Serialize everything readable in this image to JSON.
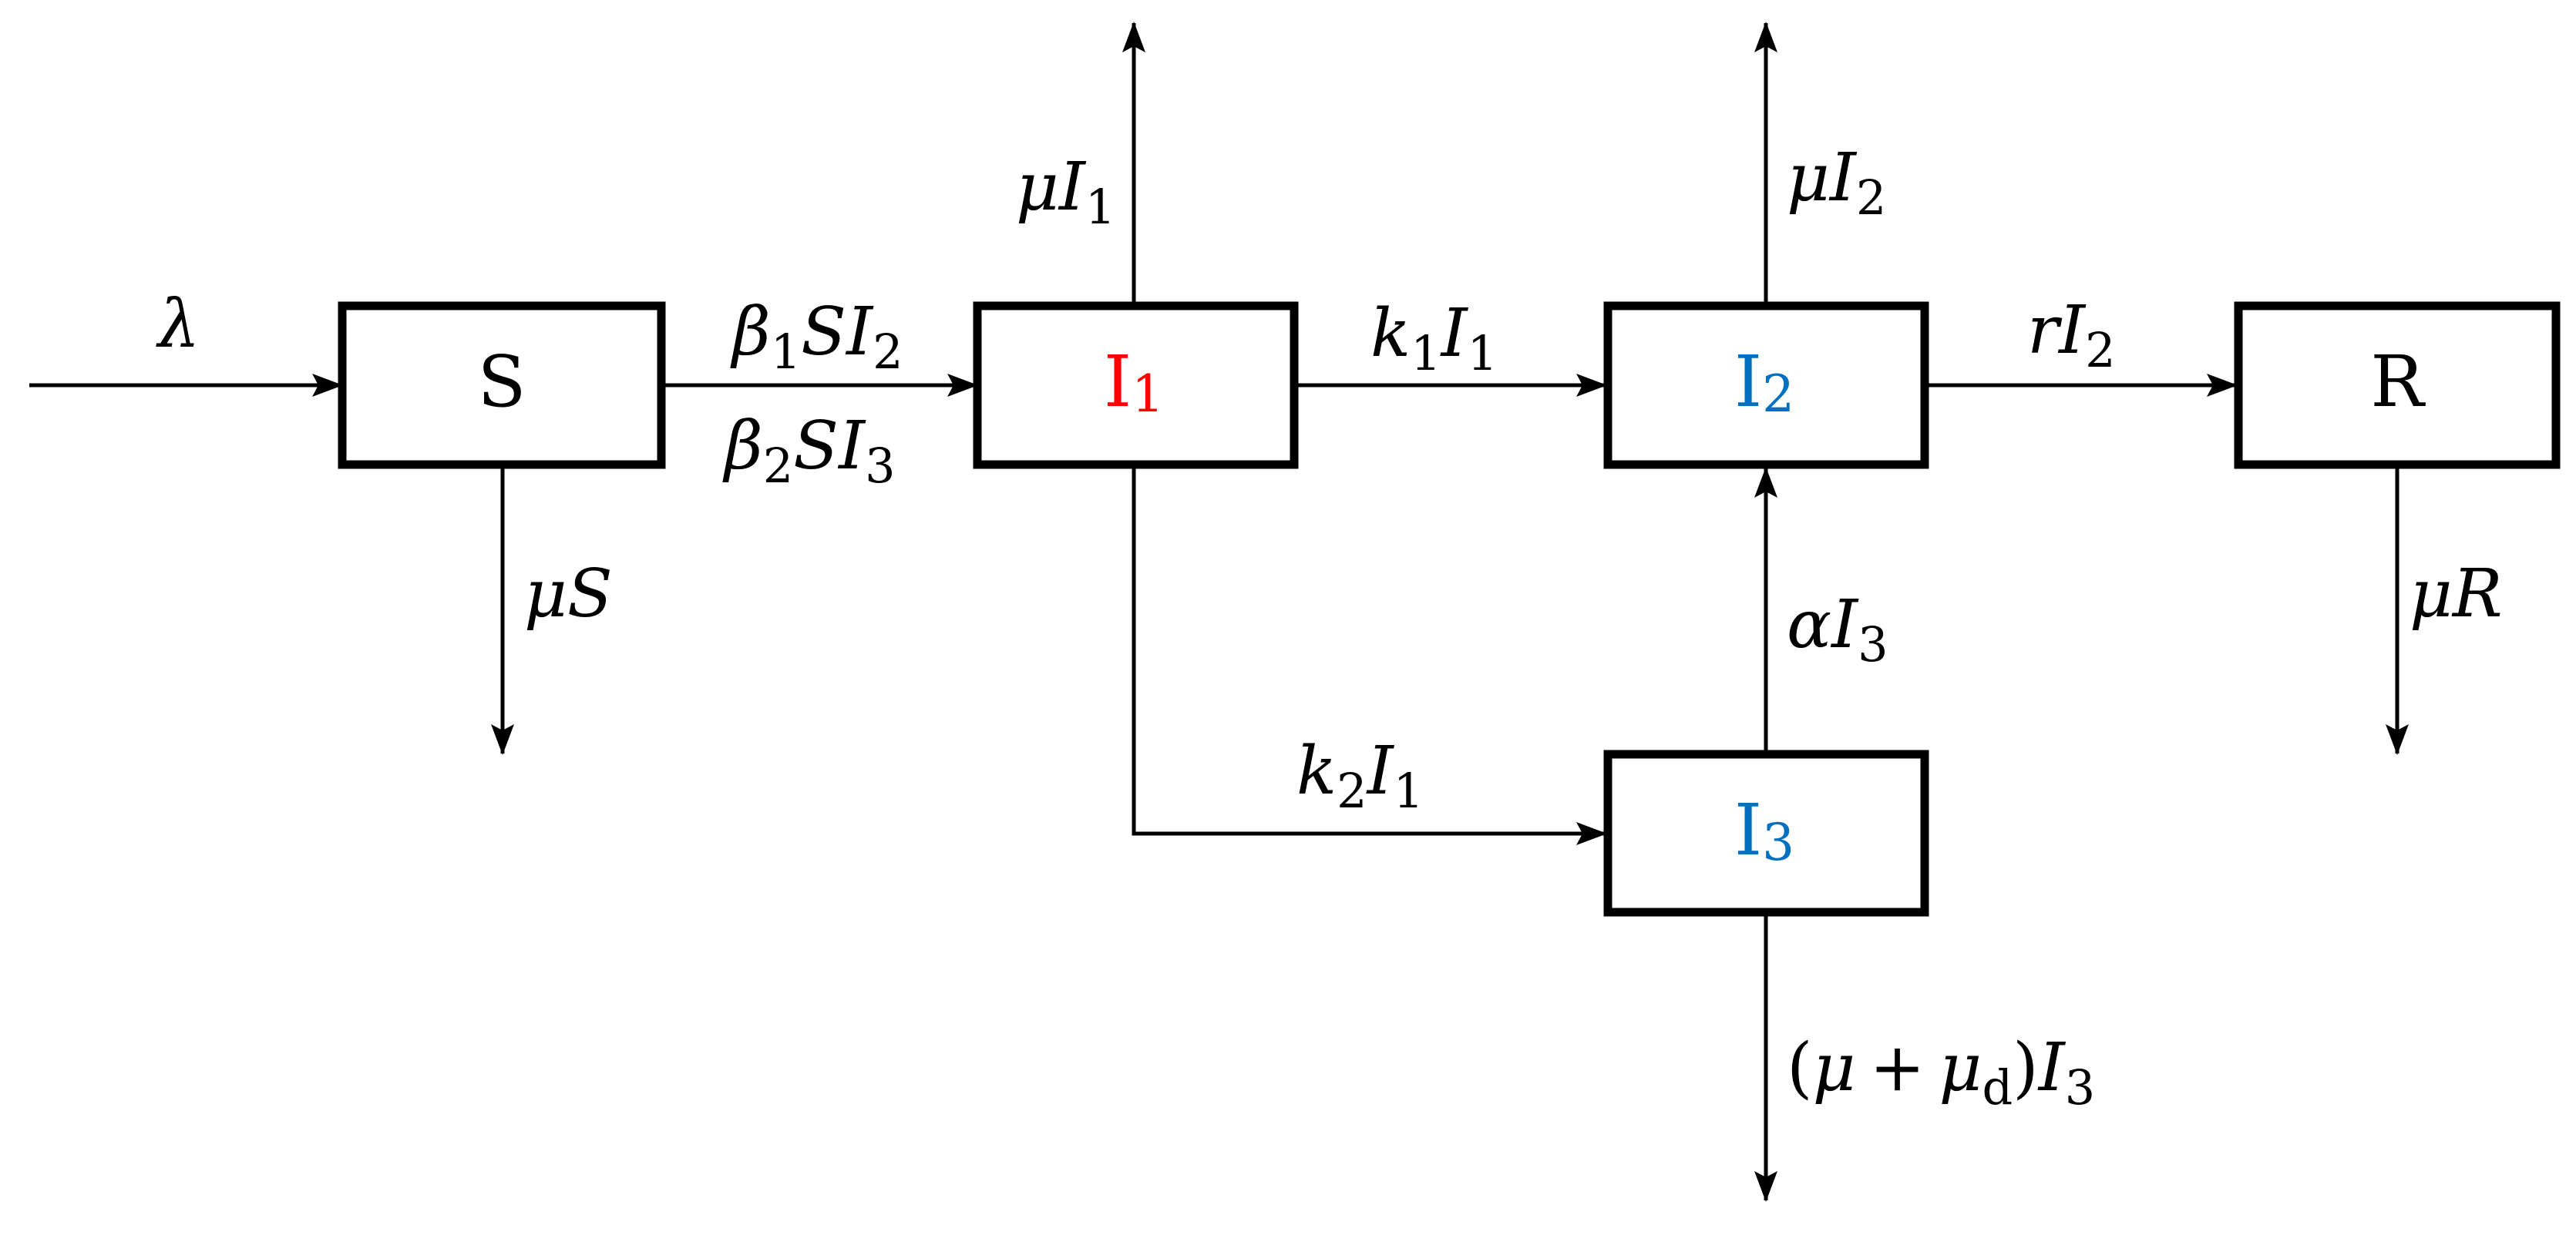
{
  "compartments": [
    {
      "id": "S",
      "label": "S",
      "sub": "",
      "color": "#000000"
    },
    {
      "id": "I1",
      "label": "I",
      "sub": "1",
      "color": "#ff0000"
    },
    {
      "id": "I2",
      "label": "I",
      "sub": "2",
      "color": "#0070c0"
    },
    {
      "id": "I3",
      "label": "I",
      "sub": "3",
      "color": "#0070c0"
    },
    {
      "id": "R",
      "label": "R",
      "sub": "",
      "color": "#000000"
    }
  ],
  "flows": {
    "recruitment": {
      "sym": "λ"
    },
    "infection1": {
      "coef": "β",
      "coef_sub": "1",
      "vars": "SI",
      "vars_sub": "2"
    },
    "infection2": {
      "coef": "β",
      "coef_sub": "2",
      "vars": "SI",
      "vars_sub": "3"
    },
    "death_s": {
      "coef": "μ",
      "vars": "S"
    },
    "death_i1": {
      "coef": "μ",
      "vars": "I",
      "vars_sub": "1"
    },
    "progress_k1": {
      "coef": "k",
      "coef_sub": "1",
      "vars": "I",
      "vars_sub": "1"
    },
    "progress_k2": {
      "coef": "k",
      "coef_sub": "2",
      "vars": "I",
      "vars_sub": "1"
    },
    "death_i2": {
      "coef": "μ",
      "vars": "I",
      "vars_sub": "2"
    },
    "recovery": {
      "coef": "r",
      "vars": "I",
      "vars_sub": "2"
    },
    "transfer_alpha": {
      "coef": "α",
      "vars": "I",
      "vars_sub": "3"
    },
    "death_i3": {
      "open": "(",
      "mu": "μ",
      "plus": "+",
      "mu_d": "μ",
      "mu_d_sub": "d",
      "close": ")",
      "vars": "I",
      "vars_sub": "3"
    },
    "death_r": {
      "coef": "μ",
      "vars": "R"
    }
  }
}
